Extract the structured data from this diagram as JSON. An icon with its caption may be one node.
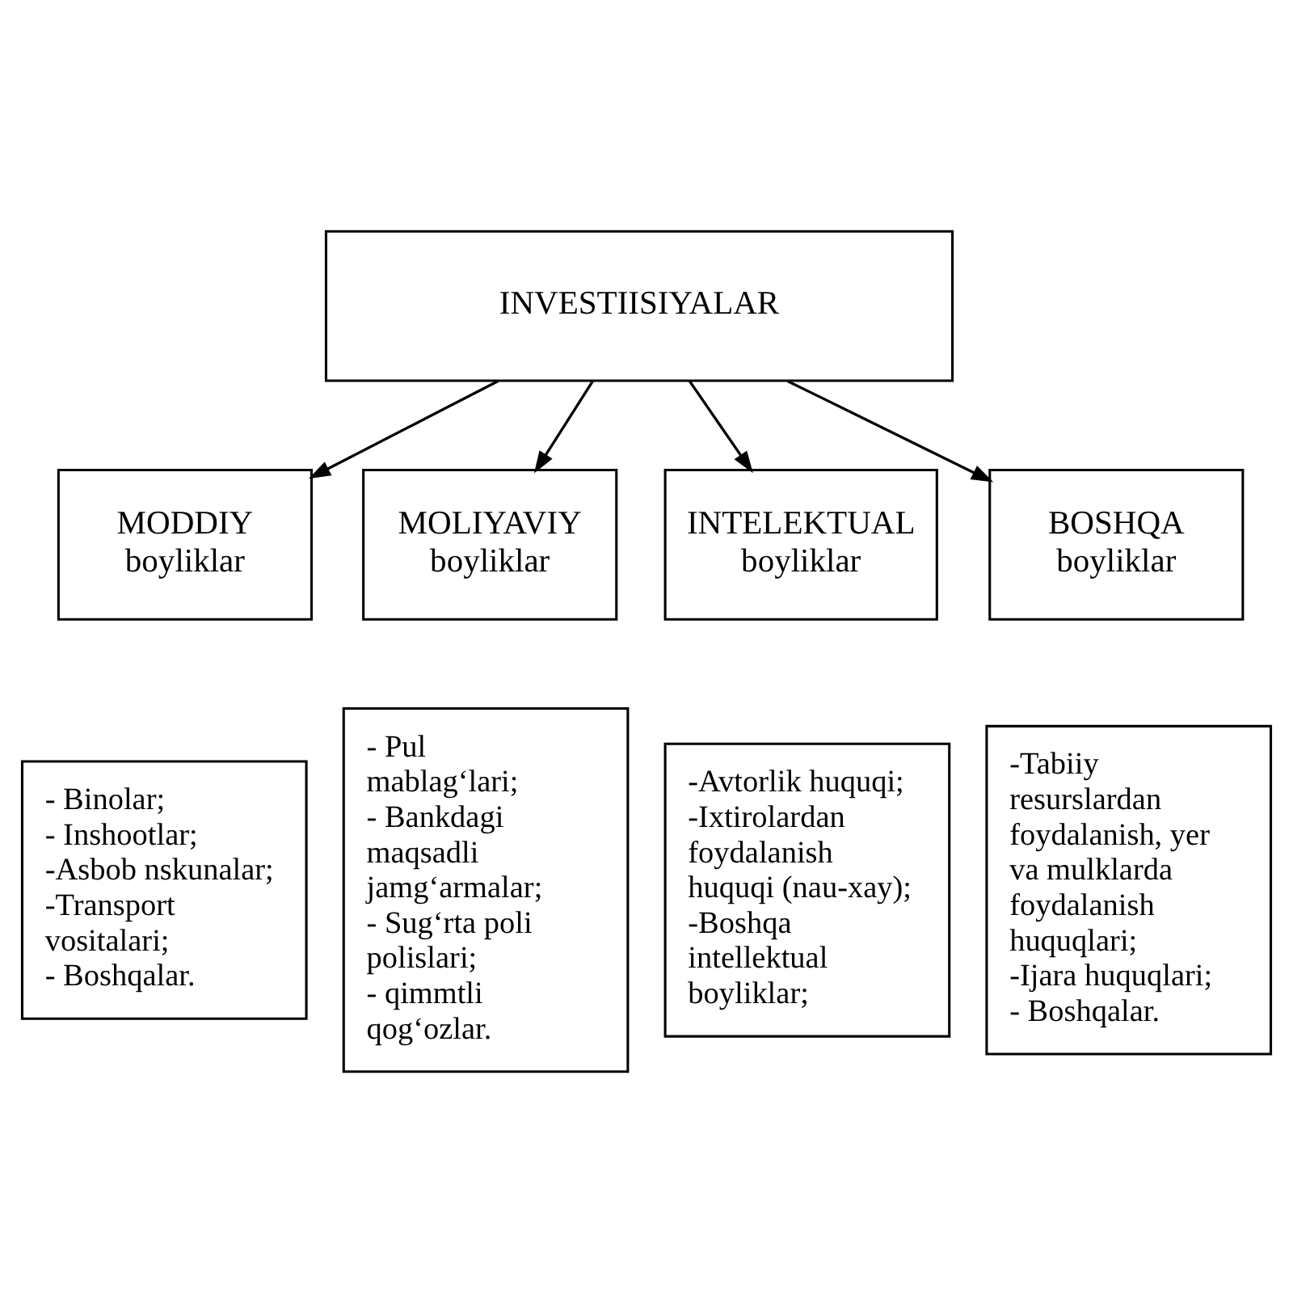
{
  "diagram": {
    "nodes": [
      {
        "text": [
          "INVESTIISIYALAR"
        ]
      },
      {
        "text": [
          "MODDIY boyliklar"
        ]
      },
      {
        "text": [
          "MOLIYAVIY boyliklar"
        ]
      },
      {
        "text": [
          "INTELEKTUAL boyliklar"
        ]
      },
      {
        "text": [
          "BOSHQA boyliklar"
        ]
      },
      {
        "text": [
          "- Binolar;",
          "- Inshootlar;",
          "-Asbob nskunalar;",
          "-Transport vositalari;",
          "- Boshqalar."
        ]
      },
      {
        "text": [
          "- Pul mablag‘lari;",
          "- Bankdagi maqsadli jamg‘armalar;",
          "- Sug‘rta poli polislari;",
          "- qimmtli qog‘ozlar."
        ]
      },
      {
        "text": [
          "-Avtorlik huquqi;",
          "-Ixtirolardan foydalanish huquqi (nau-xay);",
          "-Boshqa intellektual boyliklar;"
        ]
      },
      {
        "text": [
          "-Tabiiy resurslardan foydalanish, yer va mulklarda foydalanish huquqlari;",
          "-Ijara huquqlari;",
          "- Boshqalar."
        ]
      }
    ],
    "edges": [
      {
        "from": 0,
        "to": 1,
        "arrow": "to"
      },
      {
        "from": 0,
        "to": 2,
        "arrow": "to"
      },
      {
        "from": 0,
        "to": 3,
        "arrow": "to"
      },
      {
        "from": 0,
        "to": 4,
        "arrow": "to"
      }
    ]
  }
}
